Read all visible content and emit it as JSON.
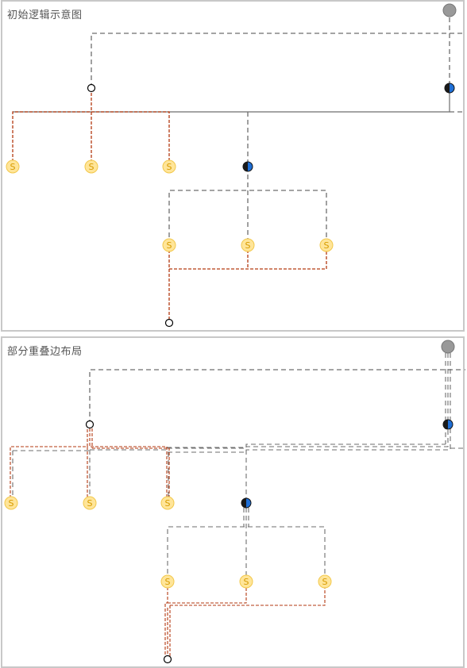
{
  "panels": {
    "top": {
      "title": "初始逻辑示意图"
    },
    "bottom": {
      "title": "部分重叠边布局"
    }
  },
  "node_label": "S",
  "colors": {
    "gray_edge": "#6e6e6e",
    "red_edge": "#b33a12",
    "s_fill": "#ffe599",
    "s_stroke": "#f2c84b",
    "s_text": "#d79b00",
    "half_dark": "#1a1a1a",
    "half_blue": "#1f6fd6",
    "root_gray": "#999999",
    "panel_border": "#c8c8c8"
  },
  "node_types": [
    "root-gray-circle",
    "half-filled-circle",
    "open-circle",
    "s-circle"
  ]
}
